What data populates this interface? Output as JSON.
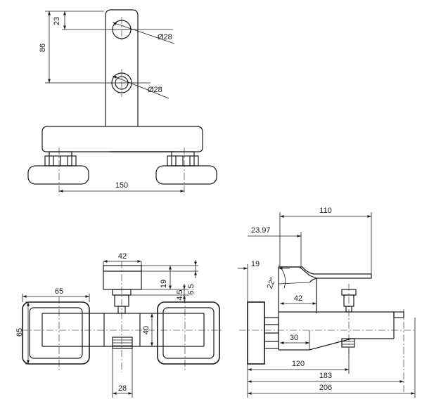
{
  "top_view": {
    "dim_23": "23",
    "dim_86": "86",
    "dia_upper": "Ø28",
    "dia_lower": "Ø28",
    "dim_150": "150"
  },
  "front_view": {
    "dim_42": "42",
    "dim_65_width": "65",
    "dim_65_height": "65",
    "dim_19": "19",
    "dim_4_5": "4.5",
    "dim_6_5": "6.5",
    "dim_40": "40",
    "dim_28": "28"
  },
  "side_view": {
    "dim_110": "110",
    "dim_23_97": "23.97",
    "dim_19": "19",
    "angle_22": "22°",
    "dim_42": "42",
    "dim_30": "30",
    "dim_120": "120",
    "dim_183": "183",
    "dim_206": "206"
  }
}
